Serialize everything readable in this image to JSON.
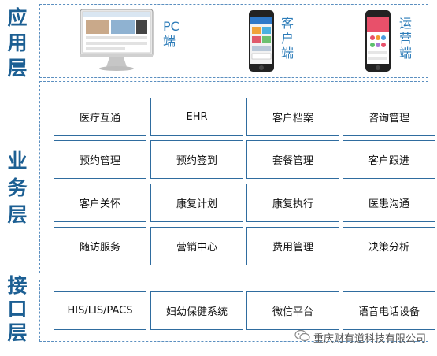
{
  "layers": {
    "app": "应用层",
    "business": "业务层",
    "interface": "接口层"
  },
  "devices": {
    "pc": "PC\n端",
    "customer": "客\n户\n端",
    "operation": "运\n营\n端"
  },
  "business_modules": [
    "医疗互通",
    "EHR",
    "客户档案",
    "咨询管理",
    "预约管理",
    "预约签到",
    "套餐管理",
    "客户跟进",
    "客户关怀",
    "康复计划",
    "康复执行",
    "医患沟通",
    "随访服务",
    "营销中心",
    "费用管理",
    "决策分析"
  ],
  "interface_modules": [
    "HIS/LIS/PACS",
    "妇幼保健系统",
    "微信平台",
    "语音电话设备"
  ],
  "watermark": "重庆财有道科技有限公司",
  "colors": {
    "label": "#1c5f93",
    "border": "#2f6c9f",
    "dashed": "#5b8fc0",
    "device_text": "#2b7bb8"
  }
}
